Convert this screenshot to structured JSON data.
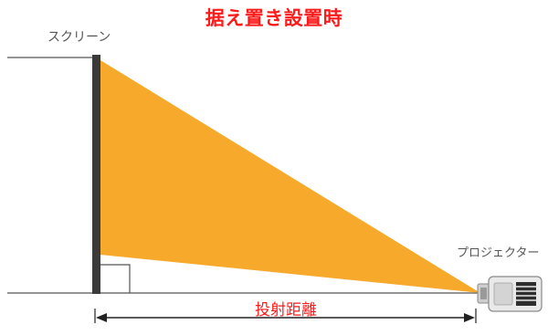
{
  "title": "据え置き設置時",
  "labels": {
    "screen": "スクリーン",
    "projector": "プロジェクター",
    "distance": "投射距離"
  },
  "colors": {
    "title": "#ff1a1a",
    "beam": "#f7a92b",
    "screen": "#3a3a3a",
    "floor": "#555555",
    "label": "#555555",
    "distance_text": "#ff1a1a"
  },
  "icons": {
    "projector": "projector-icon",
    "right_angle": "right-angle-icon",
    "arrow": "double-headed-arrow-icon"
  }
}
